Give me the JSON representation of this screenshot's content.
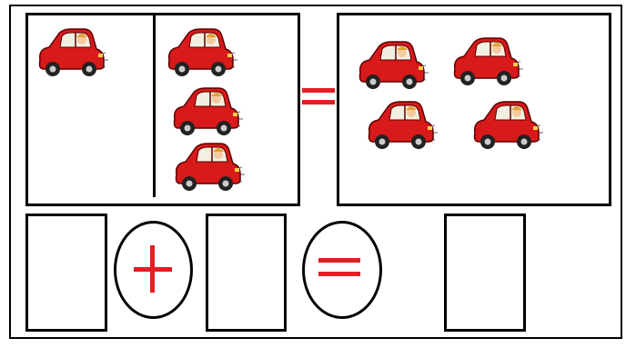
{
  "colors": {
    "accent_red": "#e31e24",
    "car_body": "#d81a1a",
    "outline": "#000000"
  },
  "worksheet": {
    "left_group_a_count": 1,
    "left_group_b_count": 3,
    "right_total_count": 4,
    "operator_plus": "+",
    "operator_equals": "="
  },
  "icons": {
    "car": "car-icon",
    "plus": "plus-sign",
    "equals": "equals-sign"
  }
}
